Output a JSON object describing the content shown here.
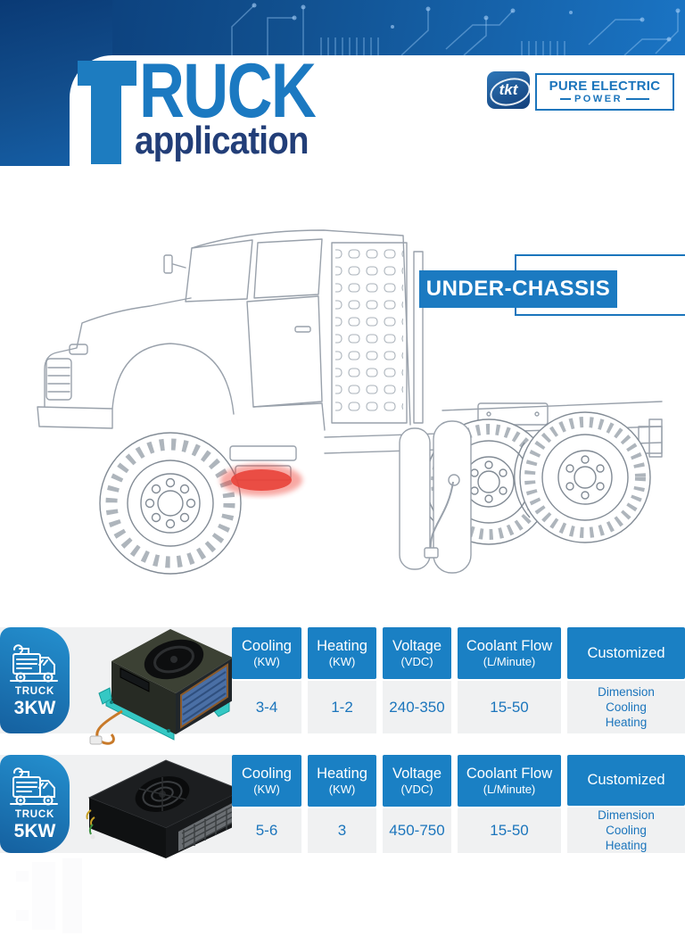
{
  "brand": {
    "logo_big_letter": "T",
    "logo_rest": "RUCK",
    "logo_sub": "application",
    "badge_text": "tkt",
    "name_line1": "PURE ELECTRIC",
    "name_line2": "POWER"
  },
  "callout": {
    "label": "UNDER-CHASSIS"
  },
  "table": {
    "headers": [
      {
        "l1": "Cooling",
        "l2": "(KW)"
      },
      {
        "l1": "Heating",
        "l2": "(KW)"
      },
      {
        "l1": "Voltage",
        "l2": "(VDC)"
      },
      {
        "l1": "Coolant Flow",
        "l2": "(L/Minute)"
      },
      {
        "l1": "Customized",
        "l2": ""
      }
    ]
  },
  "rows": [
    {
      "model": "TRUCK",
      "power": "3KW",
      "cooling": "3-4",
      "heating": "1-2",
      "voltage": "240-350",
      "coolant_flow": "15-50",
      "customized": [
        "Dimension",
        "Cooling",
        "Heating"
      ]
    },
    {
      "model": "TRUCK",
      "power": "5KW",
      "cooling": "5-6",
      "heating": "3",
      "voltage": "450-750",
      "coolant_flow": "15-50",
      "customized": [
        "Dimension",
        "Cooling",
        "Heating"
      ]
    }
  ],
  "colors": {
    "accent": "#1b79c1",
    "header_cell": "#1a80c4",
    "navy": "#223e78",
    "band_dark": "#0a3a75",
    "band_light": "#1a74c4",
    "row_bg": "#f0f1f2",
    "red_highlight": "#e8423a"
  }
}
